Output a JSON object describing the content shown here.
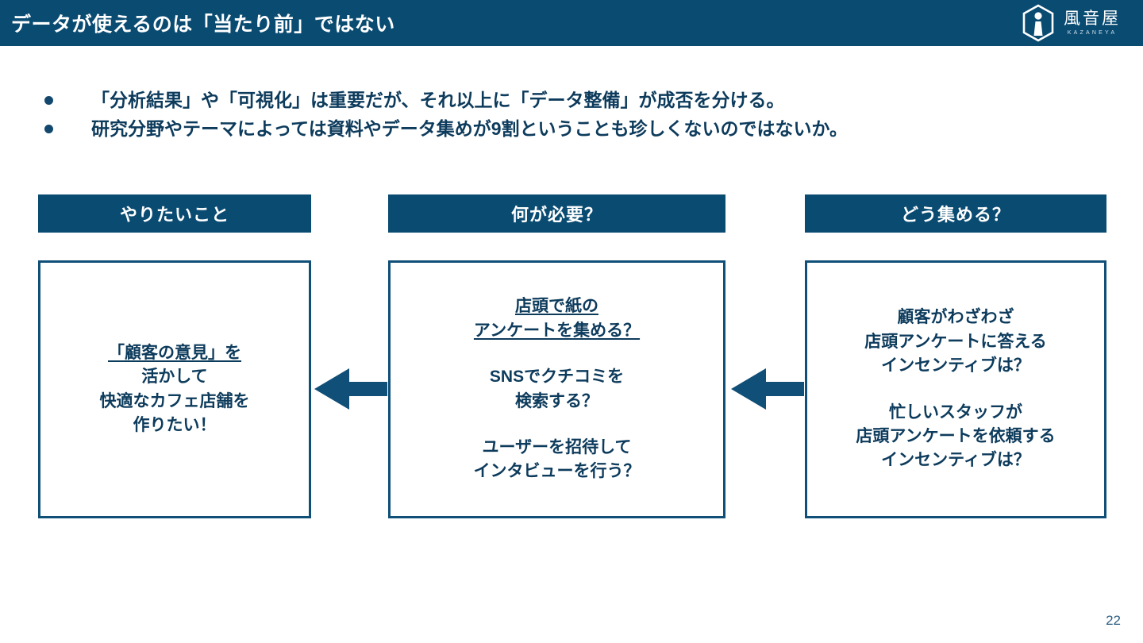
{
  "header": {
    "title": "データが使えるのは「当たり前」ではない",
    "brand_jp": "風音屋",
    "brand_en": "KAZANEYA",
    "logo_icon": "hexagon-figure-logo",
    "bar_color": "#0a4b72"
  },
  "bullets": [
    {
      "marker": "bullet-dot",
      "text": "「分析結果」や「可視化」は重要だが、それ以上に「データ整備」が成否を分ける。"
    },
    {
      "marker": "bullet-dot",
      "text": "研究分野やテーマによっては資料やデータ集めが9割ということも珍しくないのではないか。"
    }
  ],
  "columns": [
    {
      "id": "want",
      "header": "やりたいこと",
      "paragraphs": [
        {
          "lines": [
            {
              "text": "「顧客の意見」を",
              "underline": true
            },
            {
              "text": "活かして",
              "underline": false
            },
            {
              "text": "快適なカフェ店舗を",
              "underline": false
            },
            {
              "text": "作りたい！",
              "underline": false
            }
          ]
        }
      ]
    },
    {
      "id": "need",
      "header": "何が必要？",
      "paragraphs": [
        {
          "lines": [
            {
              "text": "店頭で紙の",
              "underline": true
            },
            {
              "text": "アンケートを集める？",
              "underline": true
            }
          ]
        },
        {
          "lines": [
            {
              "text": "SNSでクチコミを",
              "underline": false
            },
            {
              "text": "検索する？",
              "underline": false
            }
          ]
        },
        {
          "lines": [
            {
              "text": "ユーザーを招待して",
              "underline": false
            },
            {
              "text": "インタビューを行う？",
              "underline": false
            }
          ]
        }
      ]
    },
    {
      "id": "collect",
      "header": "どう集める？",
      "paragraphs": [
        {
          "lines": [
            {
              "text": "顧客がわざわざ",
              "underline": false
            },
            {
              "text": "店頭アンケートに答える",
              "underline": false
            },
            {
              "text": "インセンティブは？",
              "underline": false
            }
          ]
        },
        {
          "lines": [
            {
              "text": "忙しいスタッフが",
              "underline": false
            },
            {
              "text": "店頭アンケートを依頼する",
              "underline": false
            },
            {
              "text": "インセンティブは？",
              "underline": false
            }
          ]
        }
      ]
    }
  ],
  "arrows": [
    {
      "id": "arrow-need-to-want",
      "direction": "left",
      "color": "#0f4f78"
    },
    {
      "id": "arrow-collect-to-need",
      "direction": "left",
      "color": "#0f4f78"
    }
  ],
  "footer": {
    "page_number": "22"
  },
  "colors": {
    "navy": "#0a4b72",
    "text_navy": "#0d3b5c",
    "border_navy": "#0f4f78",
    "page_number": "#2b5d80"
  }
}
